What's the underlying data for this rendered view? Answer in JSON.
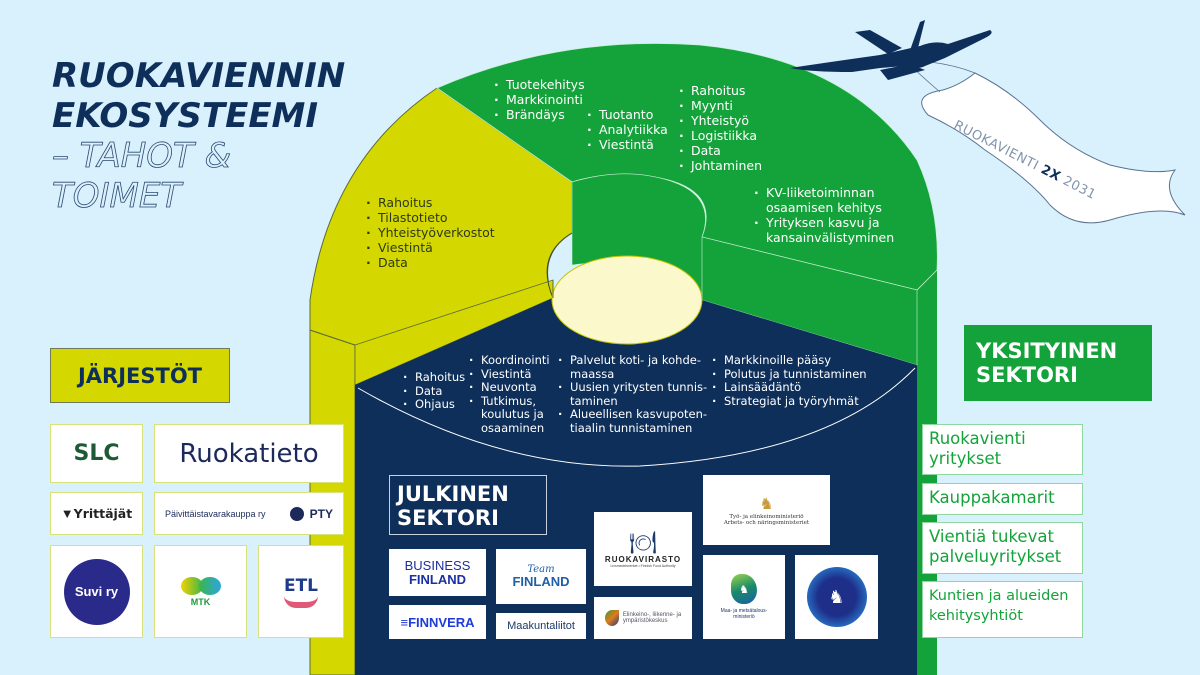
{
  "title": {
    "line1": "RUOKAVIENNIN",
    "line2": "EKOSYSTEEMI",
    "line3": "– TAHOT &",
    "line4": "TOIMET"
  },
  "banner": {
    "prefix": "RUOKAVIENTI",
    "highlight": "2X",
    "year": "2031",
    "icon": "airplane-icon"
  },
  "colors": {
    "background": "#d9f1fd",
    "navy": "#0e2f5a",
    "green": "#14a33a",
    "lime": "#d4d800",
    "core": "#fbf9cc"
  },
  "segments": {
    "organizations": {
      "label": "JÄRJESTÖT",
      "activities": [
        "Rahoitus",
        "Tilastotieto",
        "Yhteistyöverkostot",
        "Viestintä",
        "Data"
      ]
    },
    "private": {
      "label_line1": "YKSITYINEN",
      "label_line2": "SEKTORI",
      "activities_col1": [
        "Tuotekehitys",
        "Markkinointi",
        "Brändäys"
      ],
      "activities_col2": [
        "Tuotanto",
        "Analytiikka",
        "Viestintä"
      ],
      "activities_col3": [
        "Rahoitus",
        "Myynti",
        "Yhteistyö",
        "Logistiikka",
        "Data",
        "Johtaminen"
      ],
      "activities_col4": [
        "KV-liiketoiminnan osaamisen kehitys",
        "Yrityksen kasvu ja kansainvälistyminen"
      ],
      "actors": [
        "Ruokavienti yritykset",
        "Kauppakamarit",
        "Vientiä tukevat palveluyritykset",
        "Kuntien ja alueiden kehitysyhtiöt"
      ]
    },
    "public": {
      "label_line1": "JULKINEN",
      "label_line2": "SEKTORI",
      "activities_col1": [
        "Rahoitus",
        "Data",
        "Ohjaus"
      ],
      "activities_col2": [
        "Koordinointi",
        "Viestintä",
        "Neuvonta",
        "Tutkimus, koulutus ja osaaminen"
      ],
      "activities_col3": [
        "Palvelut koti- ja kohde-maassa",
        "Uusien yritysten tunnis-taminen",
        "Alueellisen kasvupoten-tiaalin tunnistaminen"
      ],
      "activities_col4": [
        "Markkinoille pääsy",
        "Polutus ja tunnistaminen",
        "Lainsäädäntö",
        "Strategiat ja työryhmät"
      ]
    }
  },
  "org_logos": {
    "slc": "SLC",
    "ruokatieto": "Ruokatieto",
    "yrittajat": "Yrittäjät",
    "pty_name": "Päivittäistavarakauppa ry",
    "pty_abbr": "PTY",
    "suvi": "Suvi ry",
    "mtk": "MTK",
    "etl": "ETL"
  },
  "public_logos": {
    "business_finland_1": "BUSINESS",
    "business_finland_2": "FINLAND",
    "team_finland_1": "Team",
    "team_finland_2": "FINLAND",
    "ruokavirasto": "RUOKAVIRASTO",
    "ruokavirasto_sub": "Livsmedelsverket • Finnish Food Authority",
    "tem_1": "Työ- ja elinkeinoministeriö",
    "tem_2": "Arbets- och näringsministeriet",
    "finnvera": "FINNVERA",
    "maakuntaliitot": "Maakuntaliitot",
    "ely_1": "Elinkeino-, liikenne- ja",
    "ely_2": "ympäristökeskus",
    "mmm_1": "Maa- ja metsätalous-",
    "mmm_2": "ministeriö"
  }
}
